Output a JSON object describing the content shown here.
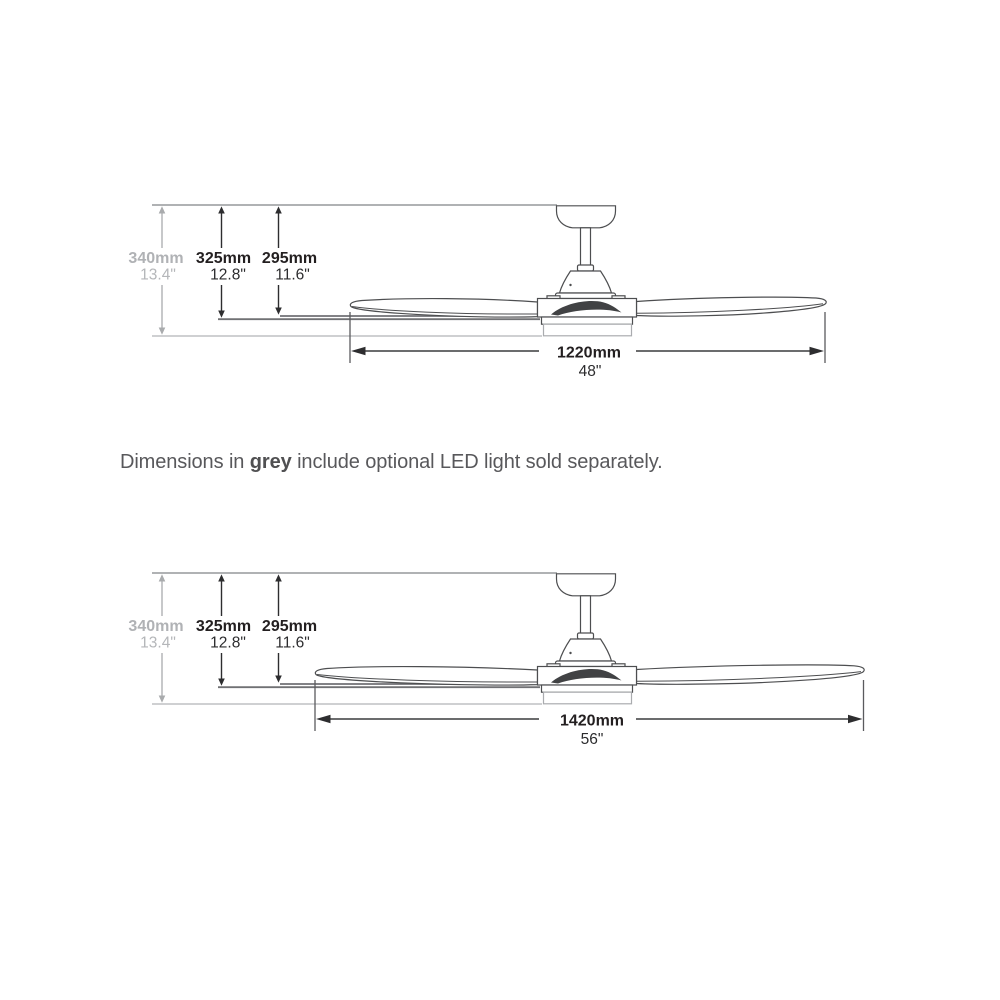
{
  "note": {
    "text_before_bold": "Dimensions in ",
    "bold_word": "grey",
    "text_after_bold": " include optional LED light sold separately."
  },
  "colors": {
    "grey_dimension": "#b0b2b5",
    "dark_dimension": "#231f20",
    "note_text": "#58585b",
    "fan_outline": "#4d4e50"
  },
  "diagrams": [
    {
      "id": "fan-48-inch",
      "total_height_mm": "340mm",
      "total_height_in": "13.4\"",
      "motor_height_mm": "325mm",
      "motor_height_in": "12.8\"",
      "blade_height_mm": "295mm",
      "blade_height_in": "11.6\"",
      "diameter_mm": "1220mm",
      "diameter_in": "48\""
    },
    {
      "id": "fan-56-inch",
      "total_height_mm": "340mm",
      "total_height_in": "13.4\"",
      "motor_height_mm": "325mm",
      "motor_height_in": "12.8\"",
      "blade_height_mm": "295mm",
      "blade_height_in": "11.6\"",
      "diameter_mm": "1420mm",
      "diameter_in": "56\""
    }
  ]
}
